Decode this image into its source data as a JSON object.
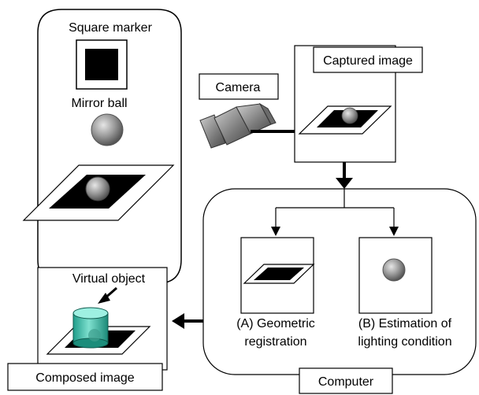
{
  "labels": {
    "square_marker": "Square marker",
    "mirror_ball": "Mirror ball",
    "camera": "Camera",
    "captured_image": "Captured image",
    "virtual_object": "Virtual object",
    "composed_image": "Composed image",
    "geometric_line1": "(A) Geometric",
    "geometric_line2": "registration",
    "lighting_line1": "(B) Estimation of",
    "lighting_line2": "lighting condition",
    "computer": "Computer"
  },
  "colors": {
    "line": "#000000",
    "marker_fill": "#000000",
    "ball_gray": "#8a8a8a",
    "cylinder_teal": "#2fb5a0",
    "background": "#ffffff"
  },
  "icons": [
    "camera-icon",
    "mirror-ball-icon",
    "square-marker-icon",
    "cylinder-icon"
  ]
}
